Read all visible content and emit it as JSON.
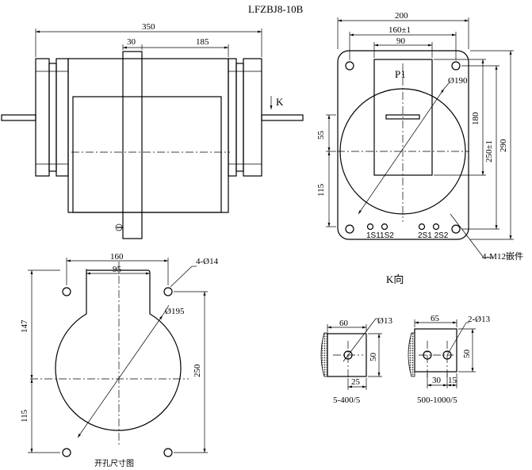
{
  "title": "LFZBJ8-10B",
  "side_view": {
    "dim_overall": "350",
    "dim_a": "30",
    "dim_b": "185",
    "arrow_label": "K"
  },
  "front_view": {
    "dim_width": "200",
    "dim_holes": "160±1",
    "dim_window": "90",
    "label_p1": "P1",
    "dim_dia": "Ø190",
    "dim_55": "55",
    "dim_115": "115",
    "dim_180": "180",
    "dim_250": "250±1",
    "dim_290": "290",
    "terminals": "1S11S2",
    "terminals2": "2S1 2S2",
    "nut_label": "4-M12嵌件"
  },
  "cutout_view": {
    "dim_160": "160",
    "dim_95": "95",
    "holes": "4-Ø14",
    "dim_dia": "Ø195",
    "dim_147": "147",
    "dim_115": "115",
    "dim_250": "250",
    "caption": "开孔尺寸图"
  },
  "k_view": {
    "title": "K向",
    "left": {
      "dim_60": "60",
      "hole": "Ø13",
      "dim_50": "50",
      "dim_25": "25",
      "caption": "5-400/5"
    },
    "right": {
      "dim_65": "65",
      "hole": "2-Ø13",
      "dim_50": "50",
      "dim_30": "30",
      "dim_15": "15",
      "caption": "500-1000/5"
    }
  }
}
